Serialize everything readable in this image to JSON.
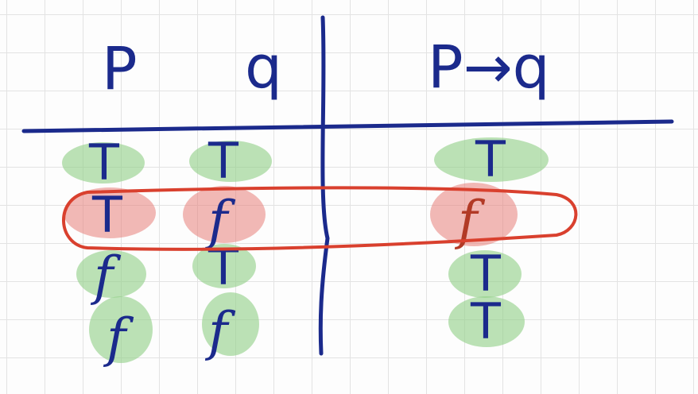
{
  "colors": {
    "ink": "#1b2a8c",
    "ink_red": "#b23a26",
    "highlight_true": "#8fcf86",
    "highlight_false": "#e8807a",
    "loop_stroke": "#d9402e",
    "grid": "#e3e3e3"
  },
  "headers": {
    "p": "P",
    "q": "q",
    "implication": "P→q"
  },
  "rows": [
    {
      "p": "T",
      "q": "T",
      "result": "T",
      "highlight": "true"
    },
    {
      "p": "T",
      "q": "f",
      "result": "f",
      "highlight": "false"
    },
    {
      "p": "f",
      "q": "T",
      "result": "T",
      "highlight": "true"
    },
    {
      "p": "f",
      "q": "f",
      "result": "T",
      "highlight": "true"
    }
  ],
  "annotation": {
    "circled_row": 2,
    "shape": "hand-drawn red oval"
  }
}
